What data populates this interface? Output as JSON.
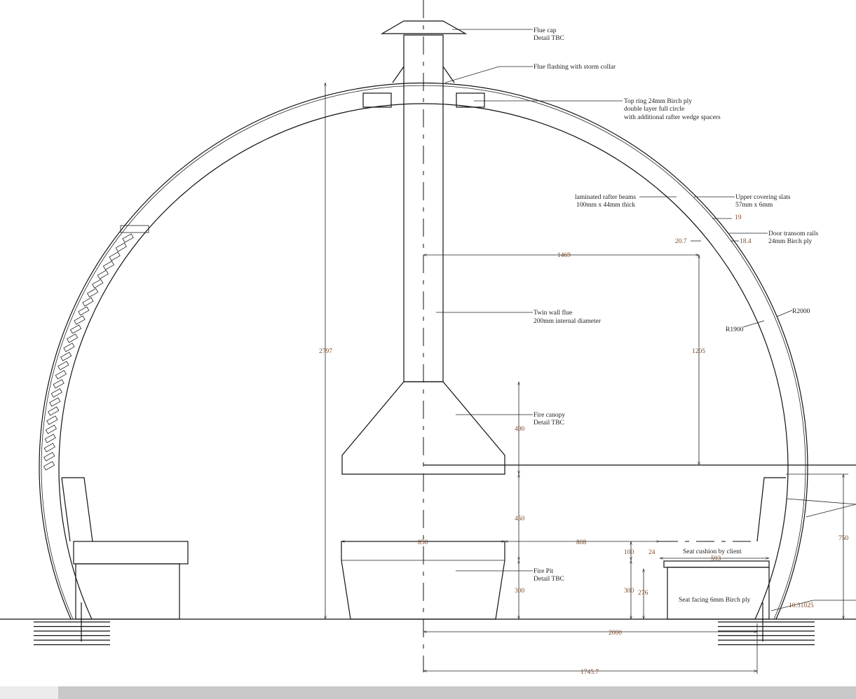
{
  "labels": {
    "flue_cap": [
      "Flue cap",
      "Detail TBC"
    ],
    "flue_flashing": "Flue flashing with storm collar",
    "top_ring": [
      "Top ring 24mm Birch ply",
      "double layer full circle",
      "with additional rafter wedge spacers"
    ],
    "rafter": [
      "laminated rafter beams",
      "100mm x 44mm thick"
    ],
    "covering": [
      "Upper covering slats",
      "57mm x 6mm"
    ],
    "transom": [
      "Door transom rails",
      "24mm Birch ply"
    ],
    "flue": [
      "Twin wall flue",
      "200mm internal diameter"
    ],
    "canopy": [
      "Fire canopy",
      "Detail TBC"
    ],
    "firepit": [
      "Fire Pit",
      "Detail TBC"
    ],
    "cushion": "Seat cushion by client",
    "facing": "Seat facing 6mm Birch ply",
    "r_outer": "R2000",
    "r_inner": "R1900"
  },
  "dimensions": {
    "d2797": "2797",
    "d1469": "1469",
    "d1205": "1205",
    "d19": "19",
    "d20_7": "20.7",
    "d18_4": "18.4",
    "d490": "490",
    "d450": "450",
    "d300a": "300",
    "d850": "850",
    "d808": "808",
    "d100": "100",
    "d24": "24",
    "d593": "593",
    "d300b": "300",
    "d276": "276",
    "d750": "750",
    "d10": "10.31025",
    "d2000": "2000",
    "d1745": "1745.7"
  }
}
